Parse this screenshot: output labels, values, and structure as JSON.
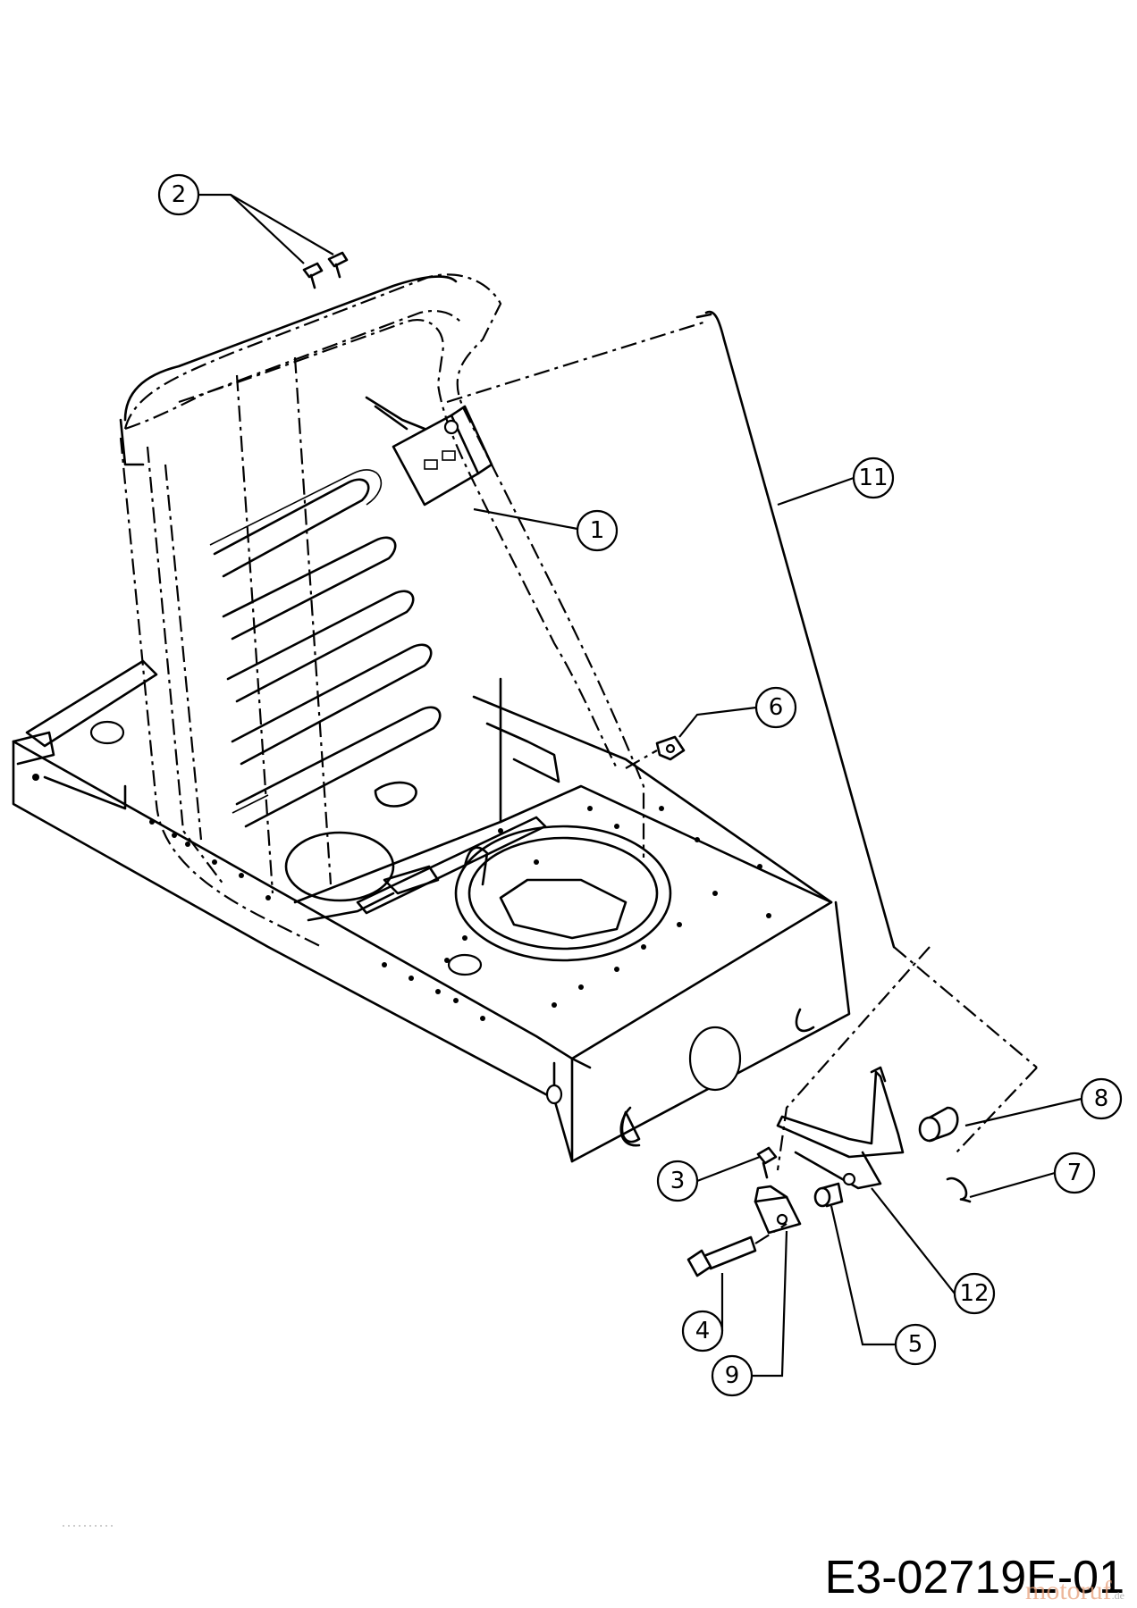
{
  "drawing_code": "E3-02719E-01",
  "watermark": {
    "text": "motoruf",
    "suffix": ".de"
  },
  "callouts": [
    {
      "id": "c1",
      "label": "1"
    },
    {
      "id": "c2",
      "label": "2"
    },
    {
      "id": "c3",
      "label": "3"
    },
    {
      "id": "c4",
      "label": "4"
    },
    {
      "id": "c5",
      "label": "5"
    },
    {
      "id": "c6",
      "label": "6"
    },
    {
      "id": "c7",
      "label": "7"
    },
    {
      "id": "c8",
      "label": "8"
    },
    {
      "id": "c9",
      "label": "9"
    },
    {
      "id": "c11",
      "label": "11"
    },
    {
      "id": "c12",
      "label": "12"
    }
  ]
}
